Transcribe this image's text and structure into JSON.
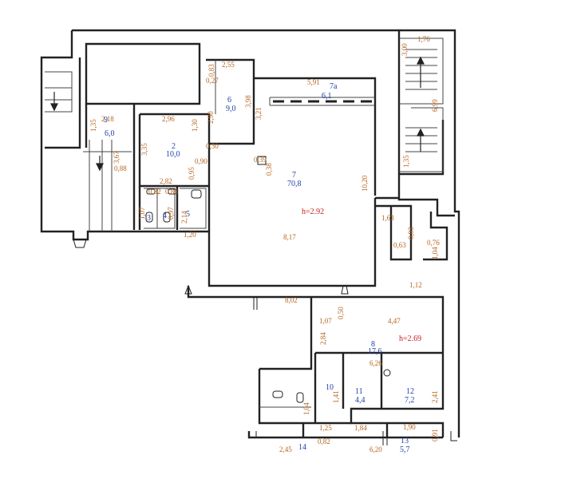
{
  "rooms": [
    {
      "id": "r2",
      "number": "2",
      "area": "10,0"
    },
    {
      "id": "r3",
      "number": "3",
      "area": ""
    },
    {
      "id": "r4",
      "number": "4",
      "area": ""
    },
    {
      "id": "r5",
      "number": "5",
      "area": ""
    },
    {
      "id": "r6",
      "number": "6",
      "area": "9,0"
    },
    {
      "id": "r7",
      "number": "7",
      "area": "70,8"
    },
    {
      "id": "r7a",
      "number": "7a",
      "area": "6,1"
    },
    {
      "id": "r8",
      "number": "8",
      "area": "17,6"
    },
    {
      "id": "r9",
      "number": "9",
      "area": "6,0"
    },
    {
      "id": "r10",
      "number": "10",
      "area": ""
    },
    {
      "id": "r11",
      "number": "11",
      "area": "4,4"
    },
    {
      "id": "r12",
      "number": "12",
      "area": "7,2"
    },
    {
      "id": "r13",
      "number": "13",
      "area": "5,7"
    },
    {
      "id": "r14",
      "number": "14",
      "area": ""
    }
  ],
  "heights": [
    "h=2.92",
    "h=2.69"
  ],
  "dimensions": [
    "1,76",
    "3,00",
    "6,99",
    "1,35",
    "1,63",
    "0,93",
    "0,63",
    "0,76",
    "1,04",
    "1,12",
    "5,91",
    "10,20",
    "8,17",
    "0,39",
    "0,38",
    "3,21",
    "3,98",
    "0,83",
    "2,55",
    "0,27",
    "0,30",
    "1,30",
    "2,96",
    "2,90",
    "3,35",
    "0,90",
    "0,95",
    "2,18",
    "1,35",
    "3,67",
    "0,88",
    "2,82",
    "0,82",
    "0,88",
    "1,07",
    "0,97",
    "2,14",
    "1,20",
    "8,02",
    "1,07",
    "0,50",
    "4,47",
    "2,84",
    "6,26",
    "1,41",
    "1,04",
    "1,25",
    "1,84",
    "1,90",
    "2,45",
    "0,82",
    "6,20",
    "0,91",
    "2,41"
  ]
}
